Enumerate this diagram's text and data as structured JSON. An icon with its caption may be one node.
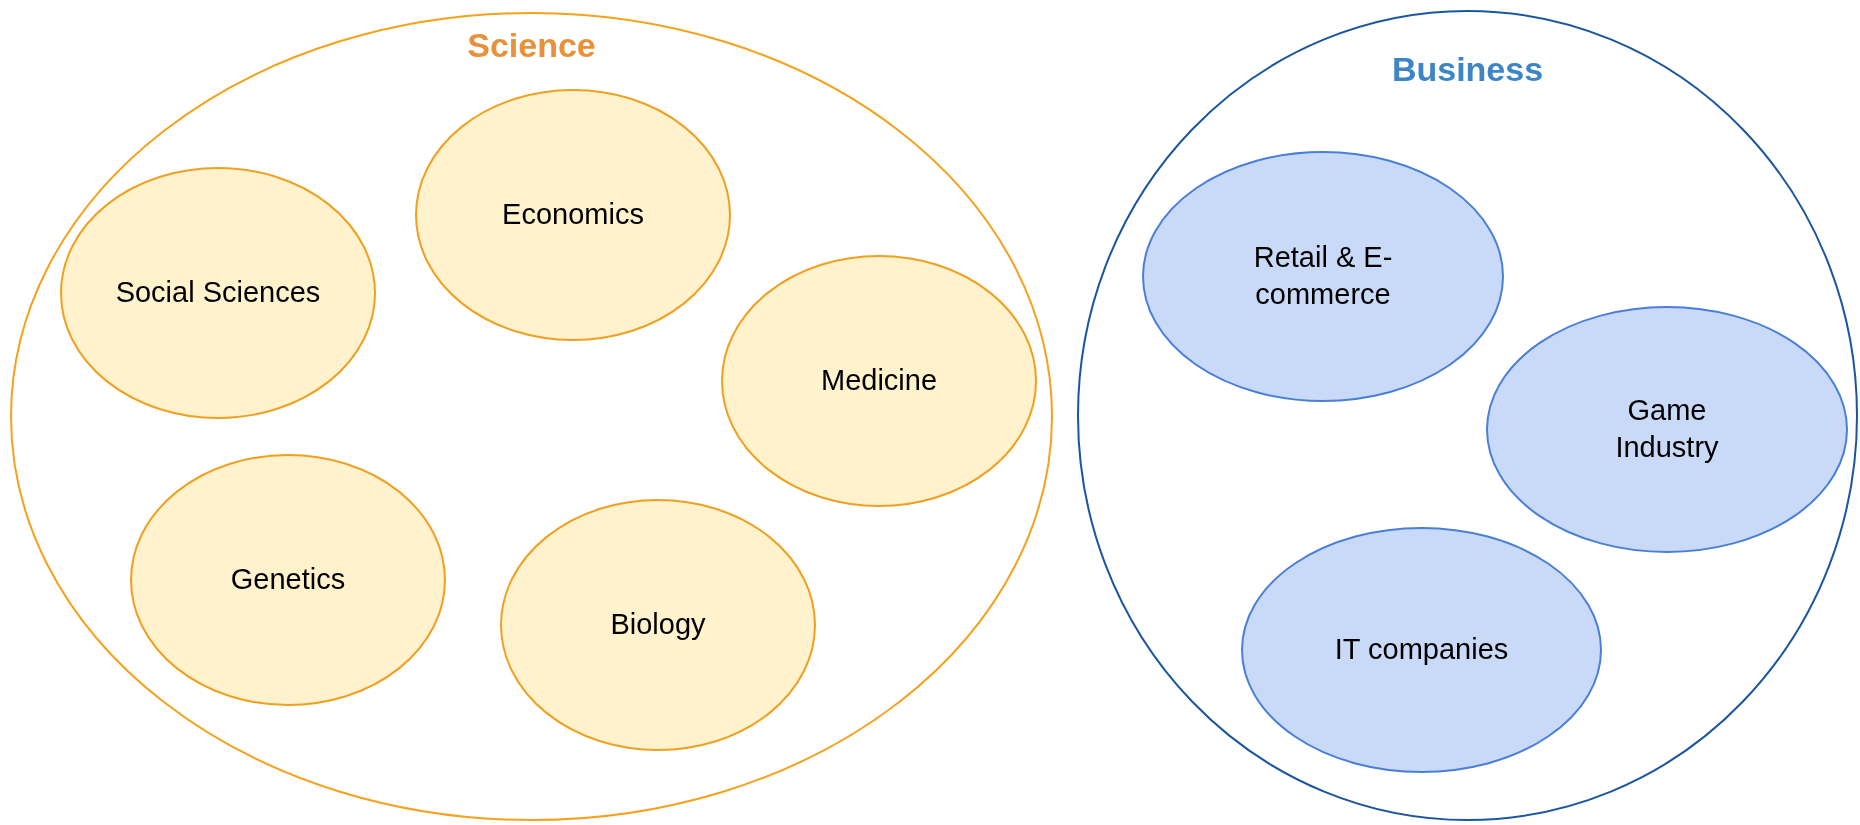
{
  "diagram": {
    "nodes": [
      {
        "text": [
          "Science"
        ]
      },
      {
        "text": [
          "Economics"
        ],
        "in": 0
      },
      {
        "text": [
          "Social Sciences"
        ],
        "in": 0
      },
      {
        "text": [
          "Medicine"
        ],
        "in": 0
      },
      {
        "text": [
          "Genetics"
        ],
        "in": 0
      },
      {
        "text": [
          "Biology"
        ],
        "in": 0
      },
      {
        "text": [
          "Business"
        ]
      },
      {
        "text": [
          "Retail & E-commerce"
        ],
        "in": 6
      },
      {
        "text": [
          "Game Industry"
        ],
        "in": 6
      },
      {
        "text": [
          "IT companies"
        ],
        "in": 6
      }
    ]
  }
}
